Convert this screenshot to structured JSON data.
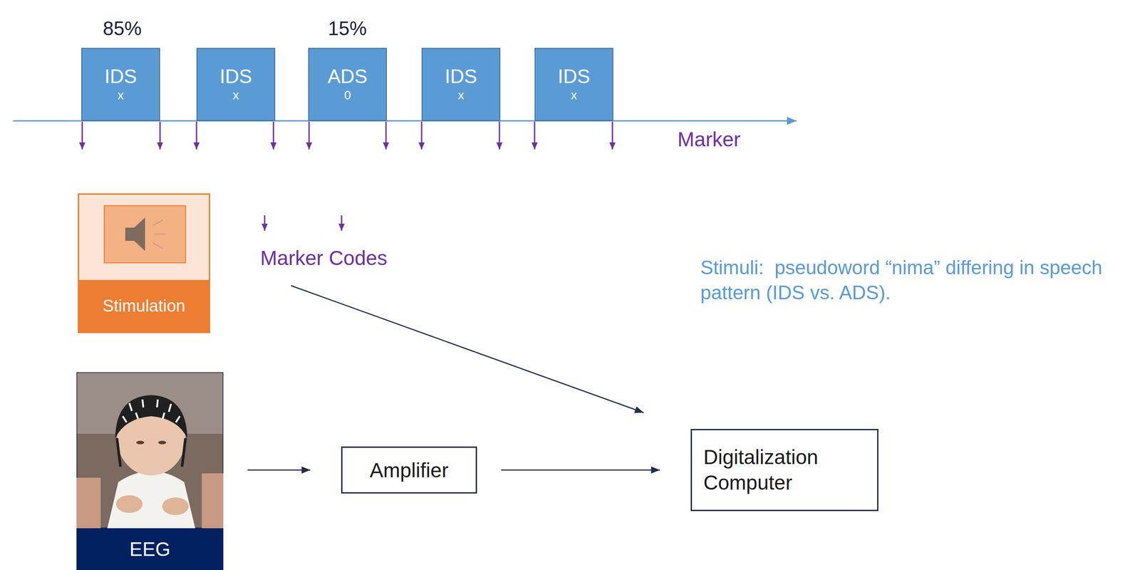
{
  "diagram": {
    "nodes": [
      {
        "text": [
          "IDS",
          "x"
        ]
      },
      {
        "text": [
          "IDS",
          "x"
        ]
      },
      {
        "text": [
          "ADS",
          "0"
        ]
      },
      {
        "text": [
          "IDS",
          "x"
        ]
      },
      {
        "text": [
          "IDS",
          "x"
        ]
      },
      {
        "text": [
          "Stimulation"
        ]
      },
      {
        "text": [
          "EEG"
        ]
      },
      {
        "text": [
          "Amplifier"
        ]
      },
      {
        "text": [
          "Digitalization Computer"
        ]
      }
    ],
    "edges": [
      {
        "from": 6,
        "to": 7,
        "arrow": "to"
      },
      {
        "from": 7,
        "to": 8,
        "arrow": "to"
      }
    ],
    "labels": [
      "85%",
      "15%",
      "Marker",
      "Marker Codes",
      "Stimuli:  pseudoword “nima” differing in speech pattern (IDS vs. ADS)."
    ]
  }
}
